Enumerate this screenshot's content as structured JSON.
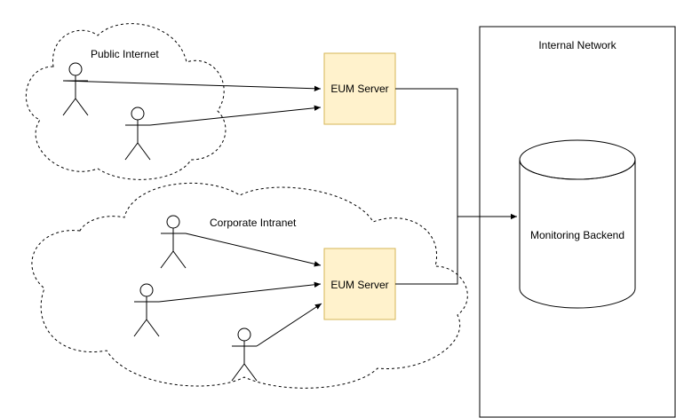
{
  "diagram": {
    "public_cloud": {
      "label": "Public Internet"
    },
    "corporate_cloud": {
      "label": "Corporate Intranet"
    },
    "internal_network": {
      "label": "Internal Network"
    },
    "eum_server_public": {
      "label": "EUM Server"
    },
    "eum_server_corporate": {
      "label": "EUM Server"
    },
    "monitoring_backend": {
      "label": "Monitoring Backend"
    }
  },
  "colors": {
    "server_fill": "#fff2cc",
    "server_stroke": "#d6b656",
    "line": "#000000",
    "background": "#ffffff"
  },
  "icons": {
    "user": "user-icon",
    "database": "database-icon"
  }
}
